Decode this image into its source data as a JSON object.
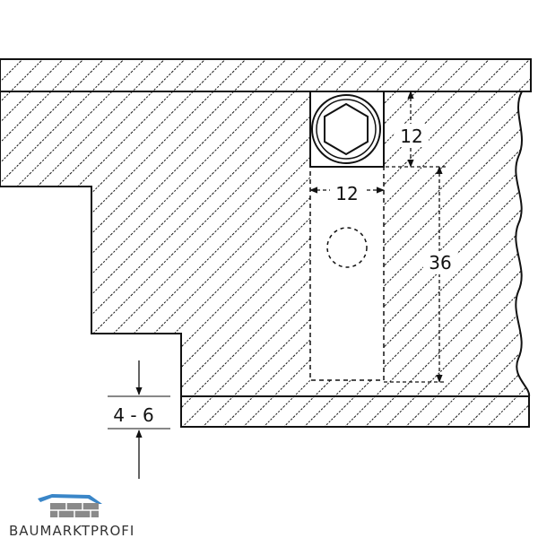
{
  "dimensions": {
    "top_gap": "12",
    "bore_width": "12",
    "bore_depth": "36",
    "groove_offset": "4 - 6"
  },
  "logo": {
    "text": "BAUMARKTPROFI",
    "accent_color": "#3a86c8"
  },
  "colors": {
    "line": "#111111",
    "background": "#ffffff"
  }
}
